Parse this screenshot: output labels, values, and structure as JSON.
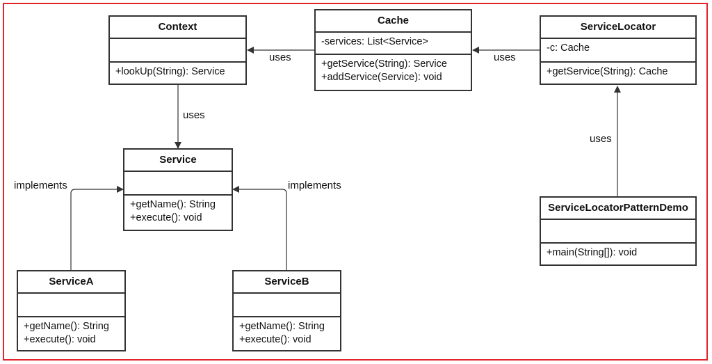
{
  "classes": {
    "context": {
      "name": "Context",
      "attrs": [],
      "ops": [
        "+lookUp(String): Service"
      ]
    },
    "cache": {
      "name": "Cache",
      "attrs": [
        "-services: List<Service>"
      ],
      "ops": [
        "+getService(String): Service",
        "+addService(Service): void"
      ]
    },
    "service_locator": {
      "name": "ServiceLocator",
      "attrs": [
        "-c: Cache"
      ],
      "ops": [
        "+getService(String): Cache"
      ]
    },
    "service": {
      "name": "Service",
      "attrs": [],
      "ops": [
        "+getName(): String",
        "+execute(): void"
      ]
    },
    "service_a": {
      "name": "ServiceA",
      "attrs": [],
      "ops": [
        "+getName(): String",
        "+execute(): void"
      ]
    },
    "service_b": {
      "name": "ServiceB",
      "attrs": [],
      "ops": [
        "+getName(): String",
        "+execute(): void"
      ]
    },
    "demo": {
      "name": "ServiceLocatorPatternDemo",
      "attrs": [],
      "ops": [
        "+main(String[]): void"
      ]
    }
  },
  "relations": {
    "cache_context": "uses",
    "locator_cache": "uses",
    "context_service": "uses",
    "demo_locator": "uses",
    "a_service": "implements",
    "b_service": "implements"
  },
  "colors": {
    "frame": "#e3242b",
    "line": "#333333"
  }
}
